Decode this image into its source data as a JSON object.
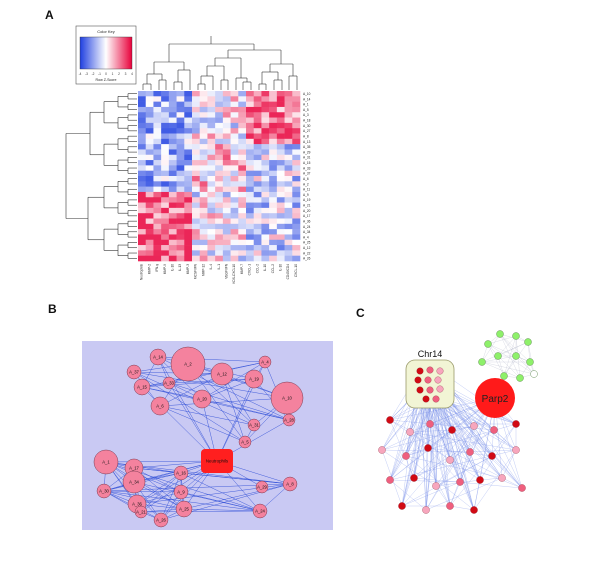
{
  "panels": {
    "a": "A",
    "b": "B",
    "c": "C"
  },
  "heatmap": {
    "color_key": {
      "title": "Color Key",
      "xlabel": "Row Z-Score",
      "ticks": [
        "-4",
        "-3",
        "-2",
        "-1",
        "0",
        "1",
        "2",
        "3",
        "4"
      ],
      "colors": [
        "#1f3fe0",
        "#ffffff",
        "#e8003a"
      ]
    },
    "row_labels": [
      "A_10",
      "A_14",
      "A_1",
      "A_5",
      "A_3",
      "A_18",
      "A_30",
      "A_27",
      "A_8",
      "A_13",
      "A_35",
      "A_29",
      "A_31",
      "A_15",
      "A_33",
      "A_37",
      "A_6",
      "A_2",
      "A_11",
      "A_9",
      "A_19",
      "A_21",
      "A_20",
      "A_17",
      "A_36",
      "A_24",
      "A_34",
      "A_4",
      "A_25",
      "A_12",
      "A_22",
      "A_26"
    ],
    "col_labels": [
      "Neutrophils",
      "MMP-2",
      "IFN-γ",
      "MMP-9",
      "IL-10",
      "IL-13",
      "MMP-3",
      "MCSF/IFN",
      "MMP-12",
      "IL-4",
      "IL-1",
      "VEGF/IFN",
      "KDS-CXCL10",
      "MMP-7",
      "CXCL-1",
      "CCL-2",
      "IL-10",
      "CCL-2",
      "IL-10",
      "CD45/CD4",
      "CXCL-10"
    ],
    "colors": {
      "low": "#1f3fe0",
      "mid": "#ffffff",
      "high": "#e8003a"
    }
  },
  "network_b": {
    "background": "#c9c9f3",
    "edge_color": "#2b4bd6",
    "node_fill": "#f4829e",
    "hub_fill": "#ff1f1f",
    "hub_label": "Neutrophils",
    "nodes": [
      {
        "label": "A_14",
        "r": 8
      },
      {
        "label": "A_2",
        "r": 17
      },
      {
        "label": "A_4",
        "r": 6
      },
      {
        "label": "A_37",
        "r": 7
      },
      {
        "label": "A_15",
        "r": 8
      },
      {
        "label": "A_12",
        "r": 11
      },
      {
        "label": "A_19",
        "r": 9
      },
      {
        "label": "A_10",
        "r": 16
      },
      {
        "label": "A_33",
        "r": 6
      },
      {
        "label": "A_6",
        "r": 9
      },
      {
        "label": "A_20",
        "r": 9
      },
      {
        "label": "A_31",
        "r": 6
      },
      {
        "label": "A_28",
        "r": 6
      },
      {
        "label": "A_5",
        "r": 6
      },
      {
        "label": "A_1",
        "r": 12
      },
      {
        "label": "A_17",
        "r": 9
      },
      {
        "label": "A_34",
        "r": 11
      },
      {
        "label": "A_30",
        "r": 7
      },
      {
        "label": "A_36",
        "r": 9
      },
      {
        "label": "A_9",
        "r": 7
      },
      {
        "label": "A_16",
        "r": 7
      },
      {
        "label": "A_26",
        "r": 7
      },
      {
        "label": "A_21",
        "r": 6
      },
      {
        "label": "A_25",
        "r": 8
      },
      {
        "label": "A_29",
        "r": 6
      },
      {
        "label": "A_24",
        "r": 7
      },
      {
        "label": "A_8",
        "r": 7
      }
    ]
  },
  "network_c": {
    "group_label": "Chr14",
    "big_node_label": "Parp2",
    "big_node_fill": "#ff1a1a",
    "group_fill": "#f2f5d5",
    "green_fill": "#8ef06a",
    "edge_color": "#6f86e6",
    "node_colors": [
      "#d10a14",
      "#ef5f7e",
      "#f7a6bd"
    ]
  }
}
